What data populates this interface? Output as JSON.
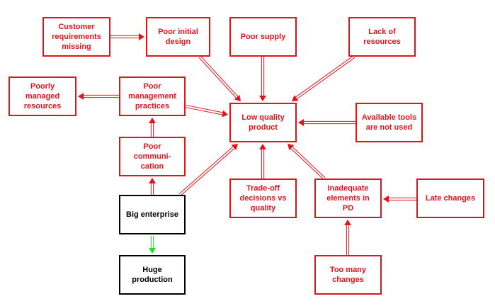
{
  "colors": {
    "red": "#e0141c",
    "black": "#000000",
    "green": "#22dd22",
    "white": "#ffffff"
  },
  "nodes": {
    "customer": {
      "lines": [
        "Customer",
        "requirements",
        "missing"
      ]
    },
    "initial_design": {
      "lines": [
        "Poor initial",
        "design"
      ]
    },
    "poor_supply": {
      "lines": [
        "Poor supply"
      ]
    },
    "lack_resources": {
      "lines": [
        "Lack of",
        "resources"
      ]
    },
    "poorly_managed": {
      "lines": [
        "Poorly",
        "managed",
        "resources"
      ]
    },
    "mgmt_practices": {
      "lines": [
        "Poor",
        "management",
        "practices"
      ]
    },
    "low_quality": {
      "lines": [
        "Low quality",
        "product"
      ]
    },
    "tools_unused": {
      "lines": [
        "Available tools",
        "are not used"
      ]
    },
    "communication": {
      "lines": [
        "Poor",
        "communi-",
        "cation"
      ]
    },
    "big_enterprise": {
      "lines": [
        "Big enterprise"
      ]
    },
    "tradeoff": {
      "lines": [
        "Trade-off",
        "decisions vs",
        "quality"
      ]
    },
    "inadequate": {
      "lines": [
        "Inadequate",
        "elements in",
        "PD"
      ]
    },
    "late_changes": {
      "lines": [
        "Late changes"
      ]
    },
    "huge_production": {
      "lines": [
        "Huge",
        "production"
      ]
    },
    "too_many": {
      "lines": [
        "Too many",
        "changes"
      ]
    }
  }
}
